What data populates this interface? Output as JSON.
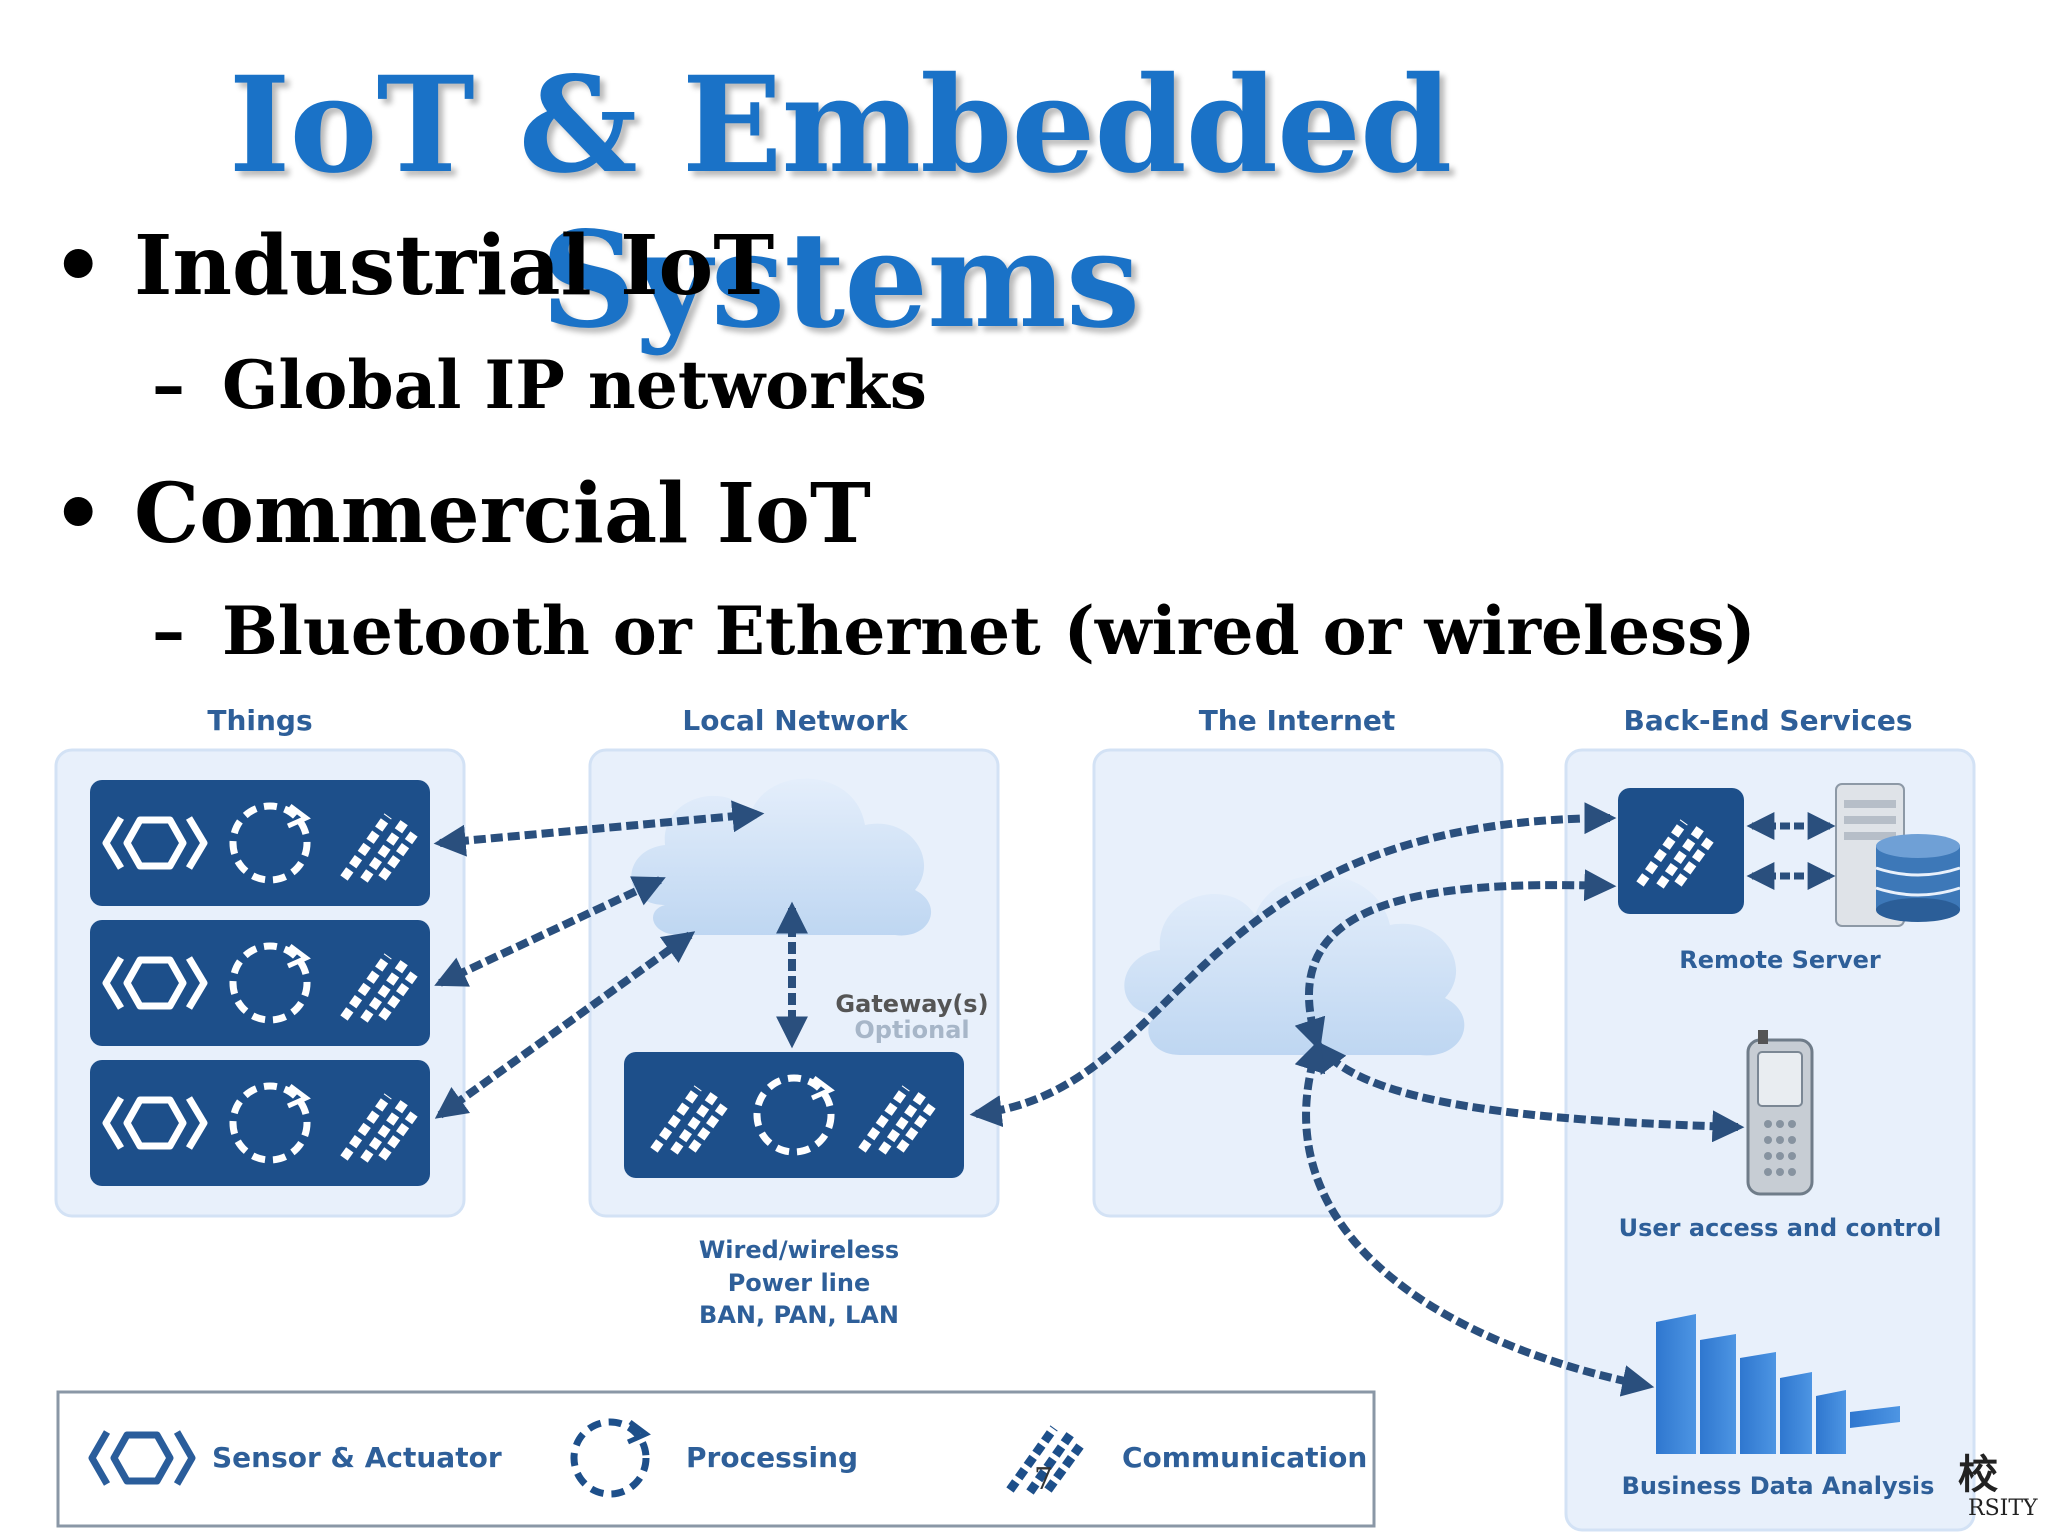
{
  "title": "IoT & Embedded Systems",
  "bullets": [
    {
      "text": "Industrial IoT",
      "sub": "Global IP networks"
    },
    {
      "text": "Commercial IoT",
      "sub": "Bluetooth or Ethernet (wired or wireless)"
    }
  ],
  "bullet_mark": "•",
  "dash_mark": "–",
  "diagram": {
    "columns": [
      "Things",
      "Local Network",
      "The Internet",
      "Back-End Services"
    ],
    "gateway_label": "Gateway(s)",
    "gateway_optional": "Optional",
    "network_lines": [
      "Wired/wireless",
      "Power line",
      "BAN, PAN, LAN"
    ],
    "remote_server": "Remote Server",
    "user_access": "User access and control",
    "business_data": "Business Data Analysis",
    "legend": [
      "Sensor & Actuator",
      "Processing",
      "Communication"
    ]
  },
  "page_number": "7",
  "corner_logo": {
    "char": "校",
    "text": "RSITY"
  },
  "colors": {
    "title": "#1a72c7",
    "panel": "#e8f0fb",
    "dark": "#1d4f8a",
    "arrow": "#2a4f7d",
    "label": "#2e5f99"
  }
}
